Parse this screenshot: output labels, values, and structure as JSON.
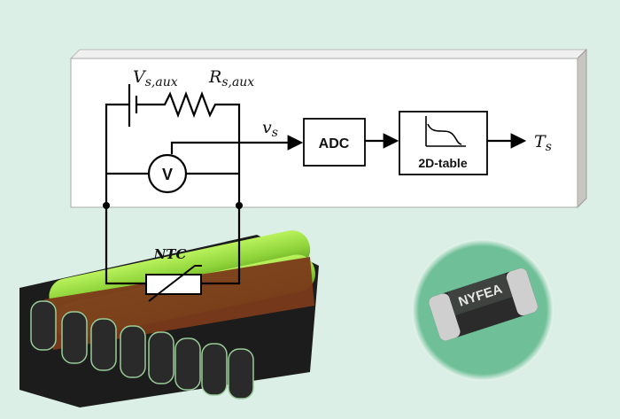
{
  "diagram": {
    "title": "NTC battery temperature sensing chain",
    "circuit": {
      "source_label": "V",
      "source_subscript": "s,aux",
      "resistor_label": "R",
      "resistor_subscript": "s,aux",
      "voltmeter_label": "V",
      "signal_label": "v",
      "signal_subscript": "s",
      "thermistor_label": "NTC"
    },
    "blocks": [
      {
        "id": "adc",
        "label": "ADC"
      },
      {
        "id": "lookup",
        "label": "2D-table"
      }
    ],
    "output_label": "T",
    "output_subscript": "s",
    "chip_marking": "NYFEA",
    "colors": {
      "background": "#dcefe6",
      "panel": "#ffffff",
      "circle": "#6fbf98",
      "cell_green": "#8fd43a",
      "pcb_copper": "#7a3a1a"
    }
  }
}
